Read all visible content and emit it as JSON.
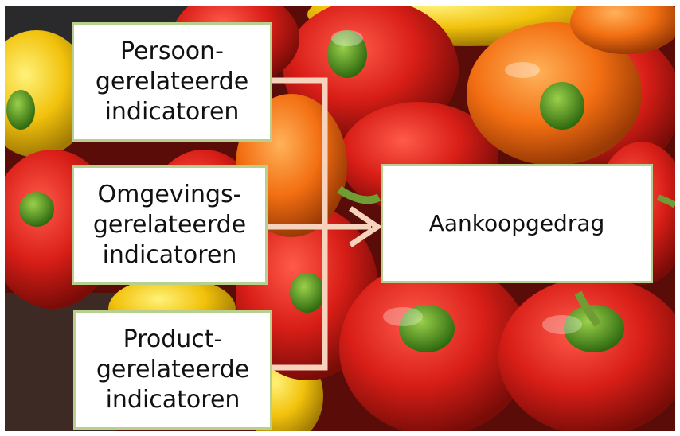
{
  "diagram": {
    "inputs": [
      {
        "id": "person",
        "label": "Persoon-\ngerelateerde\nindicatoren"
      },
      {
        "id": "env",
        "label": "Omgevings-\ngerelateerde\nindicatoren"
      },
      {
        "id": "prod",
        "label": "Product-\ngerelateerde\nindicatoren"
      }
    ],
    "output": {
      "label": "Aankoopgedrag"
    },
    "colors": {
      "connector": "#f7d3bd",
      "box_border": "#b7cf8f",
      "box_fill": "#ffffff"
    },
    "background": "photo of red, orange and yellow bell peppers"
  }
}
